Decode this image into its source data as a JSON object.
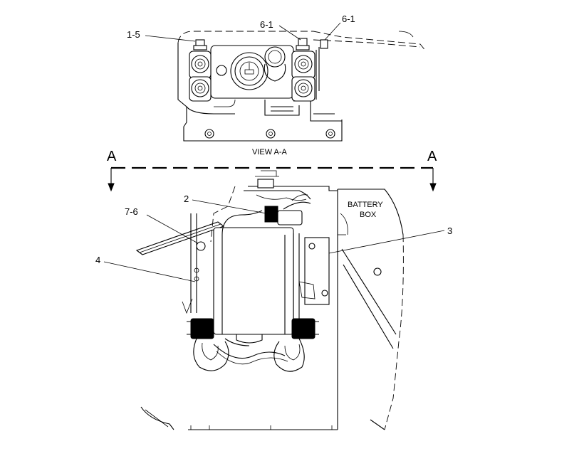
{
  "view_title": "VIEW A-A",
  "section_marker": "A",
  "battery_box_label": [
    "BATTERY",
    "BOX"
  ],
  "callouts": {
    "c_1_5": "1-5",
    "c_6_1_left": "6-1",
    "c_6_1_right": "6-1",
    "c_2": "2",
    "c_7_6": "7-6",
    "c_3": "3",
    "c_4": "4"
  }
}
